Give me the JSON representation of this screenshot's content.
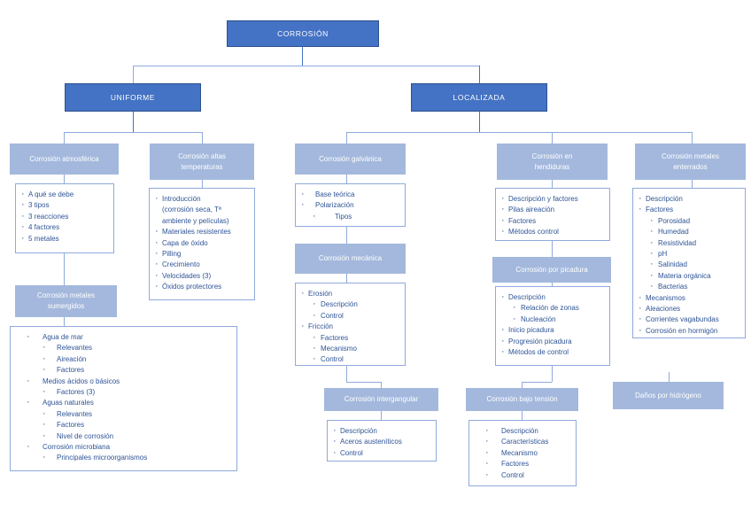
{
  "diagram": {
    "title": "CORROSIÓN",
    "root": {
      "label": "CORROSIÓN"
    },
    "branches": {
      "uniforme": {
        "label": "UNIFORME"
      },
      "localizada": {
        "label": "LOCALIZADA"
      }
    },
    "nodes": {
      "atmosferica": {
        "header": "Corrosión atmosférica",
        "items": [
          "A qué se debe",
          "3 tipos",
          "3 reacciones",
          "4 factores",
          "5  metales"
        ]
      },
      "altas_temperaturas": {
        "header_line1": "Corrosión altas",
        "header_line2": "temperaturas",
        "items": [
          "Introducción",
          "(corrosión seca, Tª",
          "ambiente y películas)",
          "Materiales resistentes",
          "Capa de óxido",
          "Pilling",
          "Crecimiento",
          "Velocidades (3)",
          "Óxidos protectores"
        ]
      },
      "metales_sumergidos": {
        "header_line1": "Corrosión metales",
        "header_line2": "sumergidos",
        "items": [
          "Agua de mar",
          "Relevantes",
          "Aireación",
          "Factores",
          "Medios ácidos o básicos",
          "Factores  (3)",
          "Aguas naturales",
          "Relevantes",
          "Factores",
          "Nivel de corrosión",
          "Corrosión microbiana",
          "Principales microorganismos"
        ]
      },
      "galvanica": {
        "header": "Corrosión galvánica",
        "items": [
          "Base teórica",
          "Polarización",
          "Tipos"
        ]
      },
      "mecanica": {
        "header": "Corrosión mecánica",
        "items": [
          "Erosión",
          "Descripción",
          "Control",
          "Fricción",
          "Factores",
          "Mecanismo",
          "Control"
        ]
      },
      "hendiduras": {
        "header_line1": "Corrosión en",
        "header_line2": "hendiduras",
        "items": [
          "Descripción y factores",
          "Pilas aireación",
          "Factores",
          "Métodos control"
        ]
      },
      "picadura": {
        "header": "Corrosión por picadura",
        "items": [
          "Descripción",
          "Relación de zonas",
          "Nucleación",
          "Inicio picadura",
          "Progresión picadura",
          "Métodos de control"
        ]
      },
      "metales_enterrados": {
        "header_line1": "Corrosión metales",
        "header_line2": "enterrados",
        "items": [
          "Descripción",
          "Factores",
          "Porosidad",
          "Humedad",
          "Resistividad",
          "pH",
          "Salinidad",
          "Materia orgánica",
          "Bacterias",
          "Mecanismos",
          "Aleaciones",
          "Corrientes vagabundas",
          "Corrosión en hormigón"
        ]
      },
      "intergangular": {
        "header": "Corrosión intergangular",
        "items": [
          "Descripción",
          "Aceros austeníticos",
          "Control"
        ]
      },
      "bajo_tension": {
        "header": "Corrosión bajo tensión",
        "items": [
          "Descripción",
          "Características",
          "Mecanismo",
          "Factores",
          "Control"
        ]
      },
      "hidrogeno": {
        "header": "Daños por hidrógeno"
      }
    },
    "colors": {
      "root_fill": "#4472C4",
      "header_fill": "#A3B8DC",
      "line": "#8FAADC",
      "text": "#2E5496",
      "box_border": "#8FAADC"
    }
  }
}
